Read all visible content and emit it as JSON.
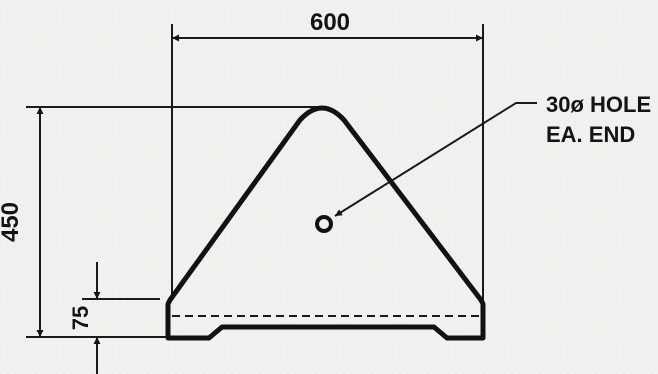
{
  "drawing": {
    "width_dimension": "600",
    "height_dimension": "450",
    "base_dimension": "75",
    "callout": {
      "line1": "30ø HOLE",
      "line2": "EA. END"
    }
  },
  "colors": {
    "paper": "#f1f1ef",
    "ink": "#141414"
  }
}
